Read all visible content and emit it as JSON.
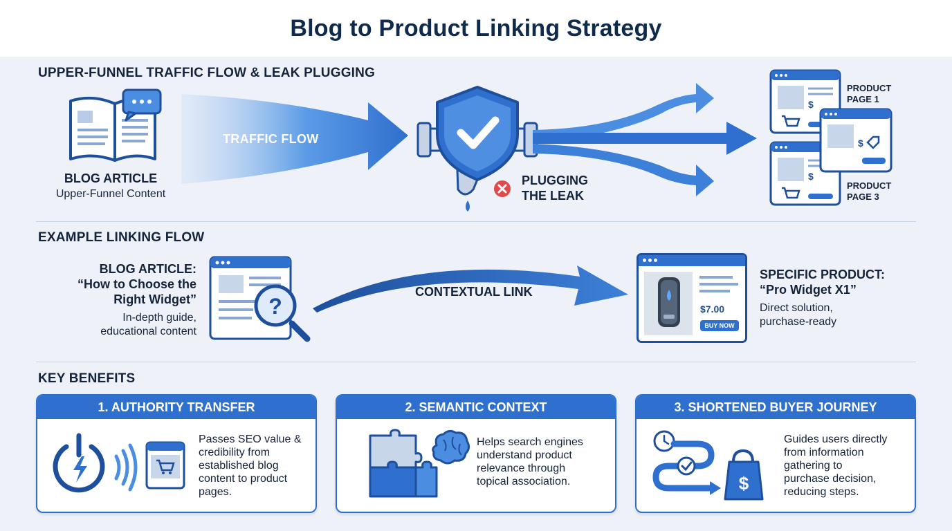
{
  "title": "Blog to Product Linking Strategy",
  "section1": {
    "heading": "UPPER-FUNNEL TRAFFIC FLOW & LEAK PLUGGING",
    "blog_title": "BLOG ARTICLE",
    "blog_subtitle": "Upper-Funnel Content",
    "flow_label": "TRAFFIC FLOW",
    "leak_label_line1": "PLUGGING",
    "leak_label_line2": "THE LEAK",
    "product1_line1": "PRODUCT",
    "product1_line2": "PAGE 1",
    "product3_line1": "PRODUCT",
    "product3_line2": "PAGE 3",
    "price_symbol": "$"
  },
  "section2": {
    "heading": "EXAMPLE LINKING FLOW",
    "blog_line1": "BLOG ARTICLE:",
    "blog_line2": "“How to Choose the",
    "blog_line3": "Right Widget”",
    "blog_desc1": "In-depth guide,",
    "blog_desc2": "educational content",
    "link_label": "CONTEXTUAL LINK",
    "product_price": "$7.00",
    "buy_button": "BUY NOW",
    "product_line1": "SPECIFIC PRODUCT:",
    "product_line2": "“Pro Widget X1”",
    "product_desc1": "Direct solution,",
    "product_desc2": "purchase-ready"
  },
  "section3": {
    "heading": "KEY BENEFITS",
    "cards": [
      {
        "title": "1. AUTHORITY TRANSFER",
        "lines": [
          "Passes SEO value &",
          "credibility from",
          "established blog",
          "content to product",
          "pages."
        ],
        "icon": "power-signal-cart-icon"
      },
      {
        "title": "2. SEMANTIC CONTEXT",
        "lines": [
          "Helps search engines",
          "understand product",
          "relevance through",
          "topical association."
        ],
        "icon": "puzzle-brain-icon"
      },
      {
        "title": "3. SHORTENED BUYER JOURNEY",
        "lines": [
          "Guides users directly",
          "from information",
          "gathering to",
          "purchase decision,",
          "reducing steps."
        ],
        "icon": "clock-path-bag-icon"
      }
    ]
  },
  "colors": {
    "primary": "#2f6fce",
    "dark_blue": "#1e4f9c",
    "navy_text": "#0f2a4a",
    "leak_red": "#e04a4a",
    "background": "#eef2f8"
  }
}
